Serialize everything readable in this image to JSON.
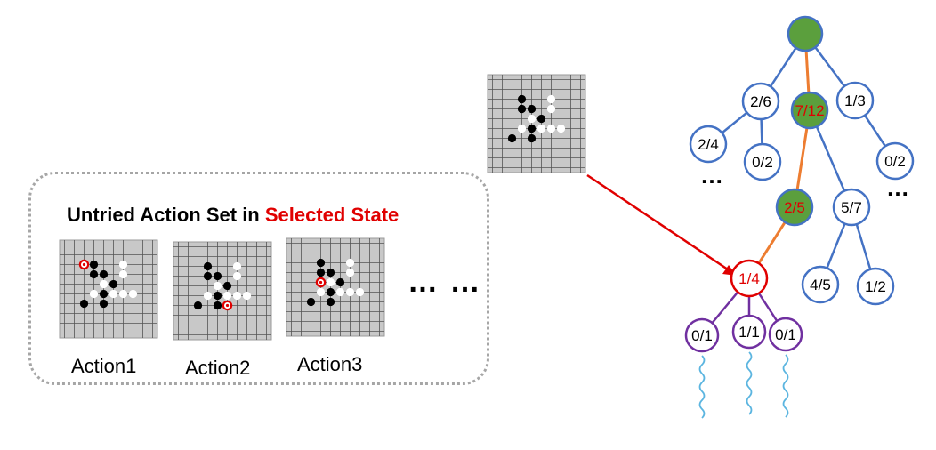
{
  "panel": {
    "title_prefix": "Untried Action Set in ",
    "title_highlight": "Selected State",
    "actions": [
      {
        "label": "Action1",
        "black": [
          [
            3,
            2
          ],
          [
            3,
            3
          ],
          [
            4,
            3
          ],
          [
            5,
            4
          ],
          [
            4,
            5
          ],
          [
            2,
            6
          ],
          [
            4,
            6
          ]
        ],
        "white": [
          [
            3,
            5
          ],
          [
            4,
            4
          ],
          [
            6,
            2
          ],
          [
            6,
            3
          ],
          [
            5,
            5
          ],
          [
            6,
            5
          ],
          [
            7,
            5
          ]
        ],
        "marker": [
          2,
          2
        ]
      },
      {
        "label": "Action2",
        "black": [
          [
            3,
            2
          ],
          [
            3,
            3
          ],
          [
            4,
            3
          ],
          [
            5,
            4
          ],
          [
            4,
            5
          ],
          [
            2,
            6
          ],
          [
            4,
            6
          ]
        ],
        "white": [
          [
            3,
            5
          ],
          [
            4,
            4
          ],
          [
            6,
            2
          ],
          [
            6,
            3
          ],
          [
            5,
            5
          ],
          [
            6,
            5
          ],
          [
            7,
            5
          ]
        ],
        "marker": [
          5,
          6
        ]
      },
      {
        "label": "Action3",
        "black": [
          [
            3,
            2
          ],
          [
            3,
            3
          ],
          [
            4,
            3
          ],
          [
            5,
            4
          ],
          [
            4,
            5
          ],
          [
            2,
            6
          ],
          [
            4,
            6
          ]
        ],
        "white": [
          [
            3,
            5
          ],
          [
            4,
            4
          ],
          [
            6,
            2
          ],
          [
            6,
            3
          ],
          [
            5,
            5
          ],
          [
            6,
            5
          ],
          [
            7,
            5
          ]
        ],
        "marker": [
          3,
          4
        ]
      }
    ],
    "more": "… …"
  },
  "selected_board": {
    "black": [
      [
        3,
        2
      ],
      [
        3,
        3
      ],
      [
        4,
        3
      ],
      [
        5,
        4
      ],
      [
        4,
        5
      ],
      [
        2,
        6
      ],
      [
        4,
        6
      ]
    ],
    "white": [
      [
        3,
        5
      ],
      [
        4,
        4
      ],
      [
        6,
        2
      ],
      [
        6,
        3
      ],
      [
        5,
        5
      ],
      [
        6,
        5
      ],
      [
        7,
        5
      ]
    ]
  },
  "tree": {
    "nodes": [
      {
        "id": "root",
        "label": "",
        "style": "visited"
      },
      {
        "id": "n26",
        "label": "2/6",
        "style": "plain"
      },
      {
        "id": "n712",
        "label": "7/12",
        "style": "visited"
      },
      {
        "id": "n13",
        "label": "1/3",
        "style": "plain"
      },
      {
        "id": "n24",
        "label": "2/4",
        "style": "plain"
      },
      {
        "id": "n02a",
        "label": "0/2",
        "style": "plain"
      },
      {
        "id": "n02b",
        "label": "0/2",
        "style": "plain"
      },
      {
        "id": "n25",
        "label": "2/5",
        "style": "visited"
      },
      {
        "id": "n57",
        "label": "5/7",
        "style": "plain"
      },
      {
        "id": "n14",
        "label": "1/4",
        "style": "selected"
      },
      {
        "id": "n45",
        "label": "4/5",
        "style": "plain"
      },
      {
        "id": "n12",
        "label": "1/2",
        "style": "plain"
      },
      {
        "id": "n01a",
        "label": "0/1",
        "style": "new"
      },
      {
        "id": "n11",
        "label": "1/1",
        "style": "new"
      },
      {
        "id": "n01b",
        "label": "0/1",
        "style": "new"
      }
    ],
    "ellipses": [
      "…",
      "…"
    ],
    "colors": {
      "edge": "#4472c4",
      "selected_path": "#ed7d31",
      "visited_fill": "#5b9f3d",
      "visited_label": "#e00000",
      "selected": "#e00000",
      "new": "#7030a0",
      "rollout": "#5bb5e0",
      "pointer": "#e00000"
    }
  }
}
